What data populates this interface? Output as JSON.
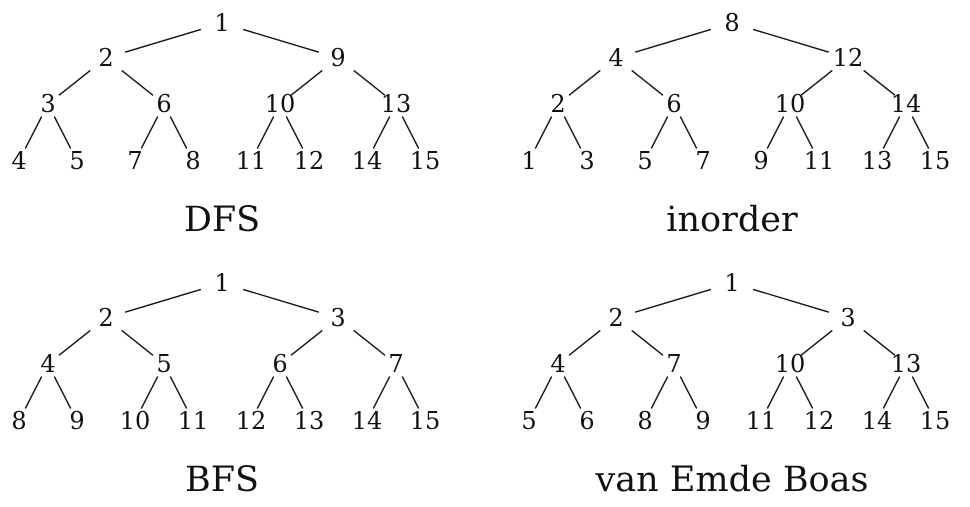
{
  "trees": [
    {
      "caption": "DFS",
      "levels": [
        [
          "1"
        ],
        [
          "2",
          "9"
        ],
        [
          "3",
          "6",
          "10",
          "13"
        ],
        [
          "4",
          "5",
          "7",
          "8",
          "11",
          "12",
          "14",
          "15"
        ]
      ]
    },
    {
      "caption": "inorder",
      "levels": [
        [
          "8"
        ],
        [
          "4",
          "12"
        ],
        [
          "2",
          "6",
          "10",
          "14"
        ],
        [
          "1",
          "3",
          "5",
          "7",
          "9",
          "11",
          "13",
          "15"
        ]
      ]
    },
    {
      "caption": "BFS",
      "levels": [
        [
          "1"
        ],
        [
          "2",
          "3"
        ],
        [
          "4",
          "5",
          "6",
          "7"
        ],
        [
          "8",
          "9",
          "10",
          "11",
          "12",
          "13",
          "14",
          "15"
        ]
      ]
    },
    {
      "caption": "van Emde Boas",
      "levels": [
        [
          "1"
        ],
        [
          "2",
          "3"
        ],
        [
          "4",
          "7",
          "10",
          "13"
        ],
        [
          "5",
          "6",
          "8",
          "9",
          "11",
          "12",
          "14",
          "15"
        ]
      ]
    }
  ]
}
